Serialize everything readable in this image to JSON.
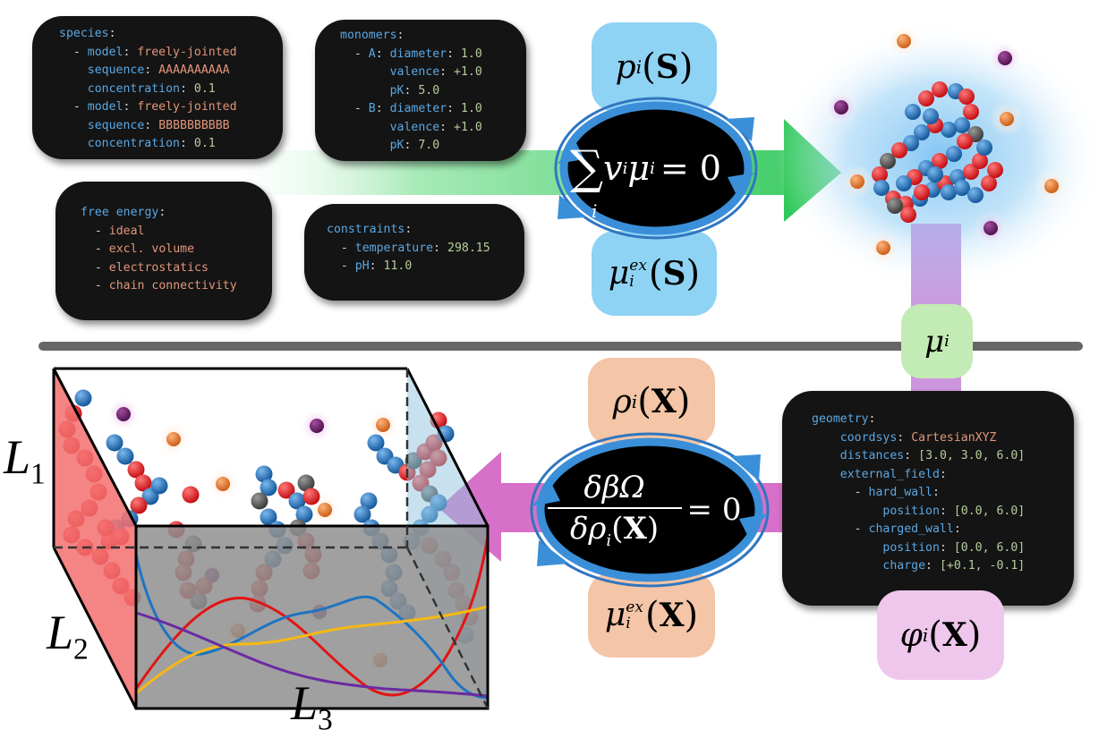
{
  "species_box": {
    "lines": [
      [
        {
          "t": "species",
          "c": "k"
        },
        {
          "t": ":",
          "c": "p"
        }
      ],
      [
        {
          "t": "  - ",
          "c": "p"
        },
        {
          "t": "model",
          "c": "k"
        },
        {
          "t": ": ",
          "c": "p"
        },
        {
          "t": "freely-jointed",
          "c": "s"
        }
      ],
      [
        {
          "t": "    ",
          "c": "p"
        },
        {
          "t": "sequence",
          "c": "k"
        },
        {
          "t": ": ",
          "c": "p"
        },
        {
          "t": "AAAAAAAAAA",
          "c": "s"
        }
      ],
      [
        {
          "t": "    ",
          "c": "p"
        },
        {
          "t": "concentration",
          "c": "k"
        },
        {
          "t": ": ",
          "c": "p"
        },
        {
          "t": "0.1",
          "c": "n"
        }
      ],
      [
        {
          "t": "  - ",
          "c": "p"
        },
        {
          "t": "model",
          "c": "k"
        },
        {
          "t": ": ",
          "c": "p"
        },
        {
          "t": "freely-jointed",
          "c": "s"
        }
      ],
      [
        {
          "t": "    ",
          "c": "p"
        },
        {
          "t": "sequence",
          "c": "k"
        },
        {
          "t": ": ",
          "c": "p"
        },
        {
          "t": "BBBBBBBBBB",
          "c": "s"
        }
      ],
      [
        {
          "t": "    ",
          "c": "p"
        },
        {
          "t": "concentration",
          "c": "k"
        },
        {
          "t": ": ",
          "c": "p"
        },
        {
          "t": "0.1",
          "c": "n"
        }
      ]
    ]
  },
  "monomers_box": {
    "lines": [
      [
        {
          "t": "monomers",
          "c": "k"
        },
        {
          "t": ":",
          "c": "p"
        }
      ],
      [
        {
          "t": "  - ",
          "c": "p"
        },
        {
          "t": "A",
          "c": "k"
        },
        {
          "t": ": ",
          "c": "p"
        },
        {
          "t": "diameter",
          "c": "k"
        },
        {
          "t": ": ",
          "c": "p"
        },
        {
          "t": "1.0",
          "c": "n"
        }
      ],
      [
        {
          "t": "       ",
          "c": "p"
        },
        {
          "t": "valence",
          "c": "k"
        },
        {
          "t": ": ",
          "c": "p"
        },
        {
          "t": "+1.0",
          "c": "n"
        }
      ],
      [
        {
          "t": "       ",
          "c": "p"
        },
        {
          "t": "pK",
          "c": "k"
        },
        {
          "t": ": ",
          "c": "p"
        },
        {
          "t": "5.0",
          "c": "n"
        }
      ],
      [
        {
          "t": "  - ",
          "c": "p"
        },
        {
          "t": "B",
          "c": "k"
        },
        {
          "t": ": ",
          "c": "p"
        },
        {
          "t": "diameter",
          "c": "k"
        },
        {
          "t": ": ",
          "c": "p"
        },
        {
          "t": "1.0",
          "c": "n"
        }
      ],
      [
        {
          "t": "       ",
          "c": "p"
        },
        {
          "t": "valence",
          "c": "k"
        },
        {
          "t": ": ",
          "c": "p"
        },
        {
          "t": "+1.0",
          "c": "n"
        }
      ],
      [
        {
          "t": "       ",
          "c": "p"
        },
        {
          "t": "pK",
          "c": "k"
        },
        {
          "t": ": ",
          "c": "p"
        },
        {
          "t": "7.0",
          "c": "n"
        }
      ]
    ]
  },
  "free_energy_box": {
    "lines": [
      [
        {
          "t": "free energy",
          "c": "k"
        },
        {
          "t": ":",
          "c": "p"
        }
      ],
      [
        {
          "t": "  - ",
          "c": "p"
        },
        {
          "t": "ideal",
          "c": "s"
        }
      ],
      [
        {
          "t": "  - ",
          "c": "p"
        },
        {
          "t": "excl. volume",
          "c": "s"
        }
      ],
      [
        {
          "t": "  - ",
          "c": "p"
        },
        {
          "t": "electrostatics",
          "c": "s"
        }
      ],
      [
        {
          "t": "  - ",
          "c": "p"
        },
        {
          "t": "chain connectivity",
          "c": "s"
        }
      ]
    ]
  },
  "constraints_box": {
    "lines": [
      [
        {
          "t": "constraints",
          "c": "k"
        },
        {
          "t": ":",
          "c": "p"
        }
      ],
      [
        {
          "t": "  - ",
          "c": "p"
        },
        {
          "t": "temperature",
          "c": "k"
        },
        {
          "t": ": ",
          "c": "p"
        },
        {
          "t": "298.15",
          "c": "n"
        }
      ],
      [
        {
          "t": "  - ",
          "c": "p"
        },
        {
          "t": "pH",
          "c": "k"
        },
        {
          "t": ": ",
          "c": "p"
        },
        {
          "t": "11.0",
          "c": "n"
        }
      ]
    ]
  },
  "geometry_box": {
    "lines": [
      [
        {
          "t": "geometry",
          "c": "k"
        },
        {
          "t": ":",
          "c": "p"
        }
      ],
      [
        {
          "t": "    ",
          "c": "p"
        },
        {
          "t": "coordsys",
          "c": "k"
        },
        {
          "t": ": ",
          "c": "p"
        },
        {
          "t": "CartesianXYZ",
          "c": "s"
        }
      ],
      [
        {
          "t": "    ",
          "c": "p"
        },
        {
          "t": "distances",
          "c": "k"
        },
        {
          "t": ": ",
          "c": "p"
        },
        {
          "t": "[3.0, 3.0, 6.0]",
          "c": "n"
        }
      ],
      [
        {
          "t": "    ",
          "c": "p"
        },
        {
          "t": "external_field",
          "c": "k"
        },
        {
          "t": ":",
          "c": "p"
        }
      ],
      [
        {
          "t": "      - ",
          "c": "p"
        },
        {
          "t": "hard_wall",
          "c": "k"
        },
        {
          "t": ":",
          "c": "p"
        }
      ],
      [
        {
          "t": "          ",
          "c": "p"
        },
        {
          "t": "position",
          "c": "k"
        },
        {
          "t": ": ",
          "c": "p"
        },
        {
          "t": "[0.0, 6.0]",
          "c": "n"
        }
      ],
      [
        {
          "t": "      - ",
          "c": "p"
        },
        {
          "t": "charged_wall",
          "c": "k"
        },
        {
          "t": ":",
          "c": "p"
        }
      ],
      [
        {
          "t": "          ",
          "c": "p"
        },
        {
          "t": "position",
          "c": "k"
        },
        {
          "t": ": ",
          "c": "p"
        },
        {
          "t": "[0.0, 6.0]",
          "c": "n"
        }
      ],
      [
        {
          "t": "          ",
          "c": "p"
        },
        {
          "t": "charge",
          "c": "k"
        },
        {
          "t": ": ",
          "c": "p"
        },
        {
          "t": "[+0.1, -0.1]",
          "c": "n"
        }
      ]
    ]
  },
  "top_math": {
    "p_label": "p",
    "p_sub": "i",
    "p_arg": "S",
    "sum_lhs": "v",
    "sum_sub1": "i",
    "sum_mu": "μ",
    "sum_sub2": "i",
    "sum_sub_index": "i",
    "sum_rhs": "= 0",
    "mu_ex": "μ",
    "mu_ex_sup": "ex",
    "mu_ex_sub": "i",
    "mu_ex_arg": "S",
    "mu_label": "μ",
    "mu_sub": "i"
  },
  "bottom_math": {
    "rho": "ρ",
    "rho_sub": "i",
    "rho_arg": "X",
    "num": "δβΩ",
    "den_rho": "δρ",
    "den_sub": "i",
    "den_arg": "X",
    "rhs": "= 0",
    "mu_ex": "μ",
    "mu_ex_sup": "ex",
    "mu_ex_sub": "i",
    "mu_ex_arg": "X",
    "phi": "φ",
    "phi_sub": "i",
    "phi_arg": "X"
  },
  "box_labels": {
    "L1": "L",
    "L1_sub": "1",
    "L2": "L",
    "L2_sub": "2",
    "L3": "L",
    "L3_sub": "3"
  },
  "colors": {
    "code_bg": "#141414",
    "key": "#5aa7e3",
    "string": "#e2967a",
    "number": "#b5ce9b",
    "blue_box": "#8fd3f4",
    "salmon_box": "#f4c5a6",
    "green_box": "#c3ebb5",
    "pink_box": "#efc7ec",
    "green_arrow": "#35c95a",
    "magenta_arrow": "#d770c8",
    "monomer_red": "#e0141a",
    "monomer_blue": "#1e74c2",
    "ion_orange": "#e57b2c",
    "ion_purple": "#6d1d6a"
  },
  "plot_curves": [
    "red",
    "blue",
    "yellow",
    "purple"
  ]
}
